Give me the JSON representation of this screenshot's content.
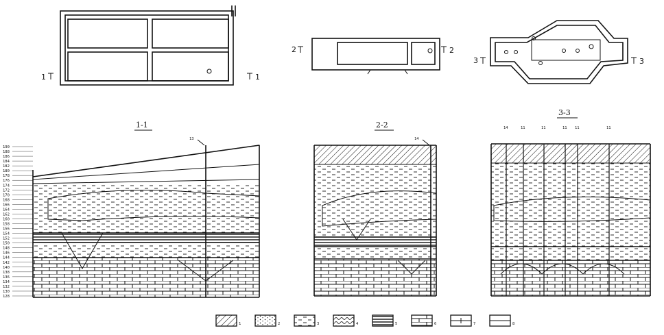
{
  "plans": [
    {
      "section": "1",
      "mark_left": "1",
      "mark_right": "1"
    },
    {
      "section": "2",
      "mark_left": "2",
      "mark_right": "2"
    },
    {
      "section": "3",
      "mark_left": "3",
      "mark_right": "3"
    }
  ],
  "sections": [
    {
      "title": "1-1",
      "well_label": "13"
    },
    {
      "title": "2-2",
      "well_label": "14"
    },
    {
      "title": "3-3",
      "well_labels": [
        "14",
        "11",
        "11",
        "11",
        "11",
        "11"
      ]
    }
  ],
  "elevation_ticks": [
    "190",
    "188",
    "186",
    "184",
    "182",
    "180",
    "178",
    "176",
    "174",
    "172",
    "170",
    "168",
    "166",
    "164",
    "162",
    "160",
    "158",
    "156",
    "154",
    "152",
    "150",
    "148",
    "146",
    "144",
    "142",
    "140",
    "138",
    "136",
    "134",
    "132",
    "130",
    "128"
  ],
  "legend": [
    {
      "num": "1",
      "pattern": "hatch"
    },
    {
      "num": "2",
      "pattern": "dots"
    },
    {
      "num": "3",
      "pattern": "dashes"
    },
    {
      "num": "4",
      "pattern": "waves"
    },
    {
      "num": "5",
      "pattern": "bold-stripes"
    },
    {
      "num": "6",
      "pattern": "bricks"
    },
    {
      "num": "7",
      "pattern": "cut-lines"
    },
    {
      "num": "8",
      "pattern": "plain"
    }
  ]
}
